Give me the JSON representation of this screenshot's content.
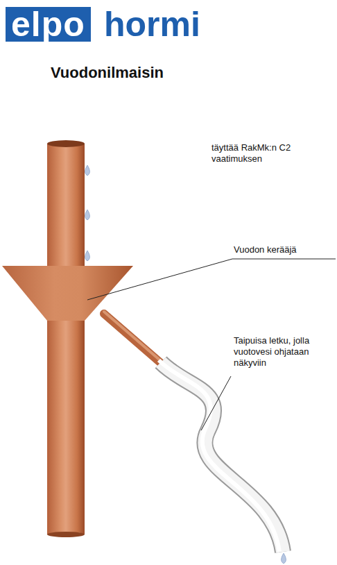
{
  "diagram": {
    "title": "Vuodonilmaisin",
    "labels": [
      "elpo",
      "hormi",
      "täyttää RakMk:n C2 vaatimuksen",
      "Vuodon kerääjä",
      "Taipuisa letku, jolla vuotovesi ohjataan näkyviin"
    ]
  }
}
